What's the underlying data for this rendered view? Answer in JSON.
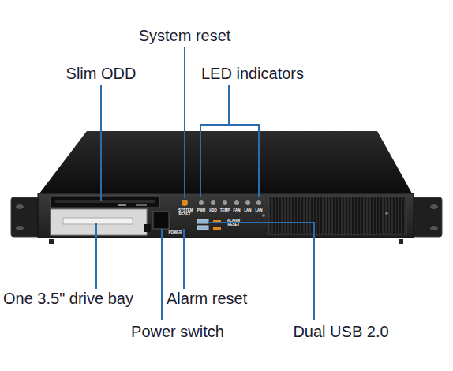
{
  "diagram": {
    "labels": [
      "System reset",
      "Slim ODD",
      "LED indicators",
      "SYSTEM RESET",
      "PWR",
      "HDD",
      "TEMP",
      "FAN",
      "LAN",
      "LAN",
      "POWER",
      "ALARM RESET",
      "One 3.5\" drive bay",
      "Alarm reset",
      "Power switch",
      "Dual USB 2.0"
    ]
  }
}
